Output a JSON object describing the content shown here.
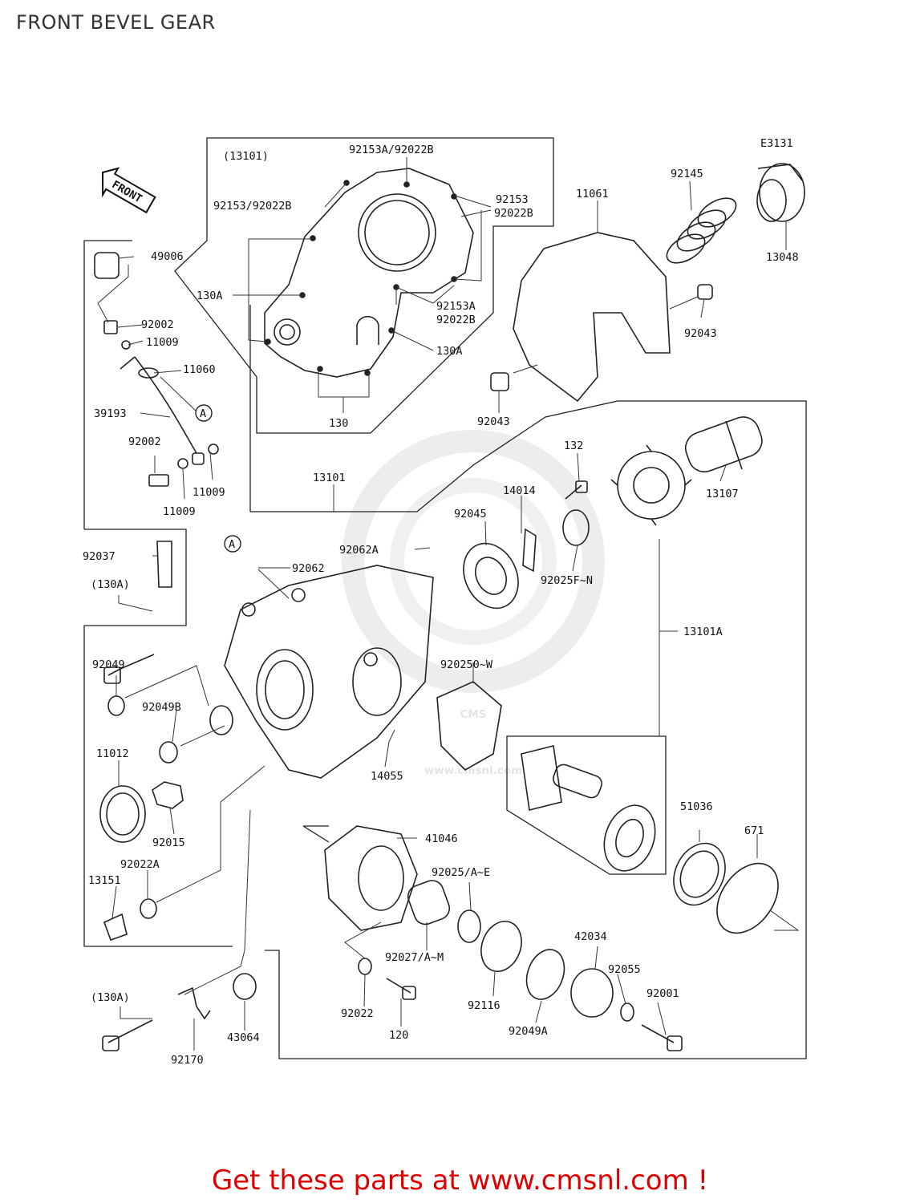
{
  "page": {
    "title": "FRONT BEVEL GEAR",
    "footer": "Get these parts at www.cmsnl.com !"
  },
  "diagram": {
    "code": "E3131",
    "front_marker": "FRONT",
    "callout_marker": "A",
    "watermark_main": "CMS",
    "watermark_url": "www.cmsnl.com",
    "labels": {
      "l13101_group": "(13101)",
      "l92153A_92022B_top": "92153A/92022B",
      "l92153_92022B_left": "92153/92022B",
      "l92153_r": "92153",
      "l92022B_r": "92022B",
      "l49006": "49006",
      "l130A_cover": "130A",
      "l92002_top": "92002",
      "l11009_top": "11009",
      "l11060": "11060",
      "l39193": "39193",
      "l92153A_lower": "92153A",
      "l92022B_lower": "92022B",
      "l130A_right": "130A",
      "l130": "130",
      "l92002_low": "92002",
      "l11009_right": "11009",
      "l11009_bottom": "11009",
      "l11061": "11061",
      "l92145": "92145",
      "l13048": "13048",
      "l92043_right": "92043",
      "l92043_left": "92043",
      "l13101": "13101",
      "l132": "132",
      "l14014": "14014",
      "l13107": "13107",
      "l92045": "92045",
      "l92062A": "92062A",
      "l92062": "92062",
      "l92025FN": "92025F~N",
      "l92037": "92037",
      "l130A_paren_top": "(130A)",
      "l13101A": "13101A",
      "l92049": "92049",
      "l92049B": "92049B",
      "l920250W": "920250~W",
      "l11012": "11012",
      "l14055": "14055",
      "l92015": "92015",
      "l51036": "51036",
      "l671": "671",
      "l92022A": "92022A",
      "l41046": "41046",
      "l13151": "13151",
      "l92025AE": "92025/A~E",
      "l92027AM": "92027/A~M",
      "l42034": "42034",
      "l92055": "92055",
      "l92001": "92001",
      "l130A_paren_bottom": "(130A)",
      "l92022": "92022",
      "l120": "120",
      "l92116": "92116",
      "l92049A": "92049A",
      "l43064": "43064",
      "l92170": "92170"
    }
  }
}
